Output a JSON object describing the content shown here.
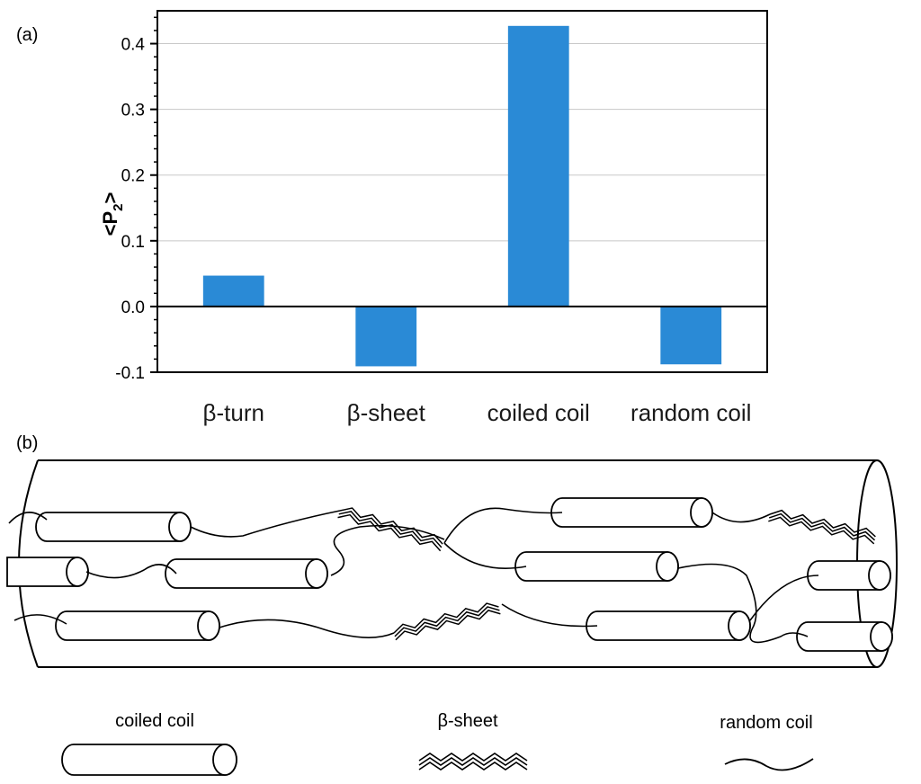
{
  "panels": {
    "a_label": "(a)",
    "b_label": "(b)"
  },
  "chart_data": {
    "type": "bar",
    "categories": [
      "β-turn",
      "β-sheet",
      "coiled coil",
      "random coil"
    ],
    "values": [
      0.047,
      -0.091,
      0.427,
      -0.088
    ],
    "ylabel_main": "<P",
    "ylabel_sub": "2",
    "ylabel_end": ">",
    "ylim": [
      -0.1,
      0.45
    ],
    "yticks": [
      -0.1,
      0.0,
      0.1,
      0.2,
      0.3,
      0.4
    ],
    "ytick_labels": [
      "-0.1",
      "0.0",
      "0.1",
      "0.2",
      "0.3",
      "0.4"
    ],
    "grid": true,
    "bar_color": "#2a8ad6"
  },
  "schematic": {
    "legend": {
      "coiled_coil": "coiled coil",
      "beta_sheet": "β-sheet",
      "random_coil": "random coil"
    }
  }
}
